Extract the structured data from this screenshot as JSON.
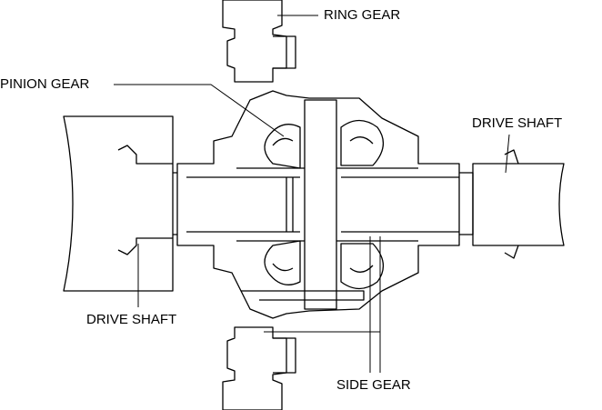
{
  "diagram": {
    "colors": {
      "line": "#000000",
      "background": "#ffffff"
    },
    "labels": {
      "ring_gear": "RING GEAR",
      "pinion_gear": "PINION GEAR",
      "drive_shaft_right": "DRIVE SHAFT",
      "drive_shaft_left": "DRIVE SHAFT",
      "side_gear": "SIDE GEAR"
    }
  }
}
